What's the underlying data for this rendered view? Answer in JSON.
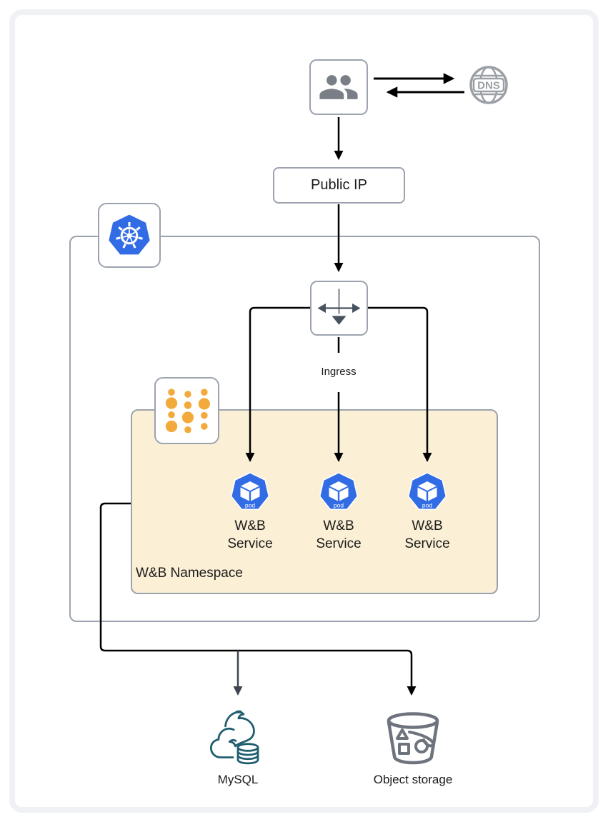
{
  "colors": {
    "frame_gray": "#F0F1F4",
    "border_gray": "#9CA3AF",
    "arrow_black": "#000000",
    "ingress_slate": "#47525F",
    "kubernetes_blue": "#326CE5",
    "namespace_fill": "#FBF0D6",
    "wandb_orange": "#F2AA3C",
    "mysql_teal": "#215E6F",
    "storage_gray": "#6E747E",
    "dns_gray": "#9AA0A6",
    "users_gray": "#7A7E86"
  },
  "dns": {
    "label": "DNS"
  },
  "public_ip": {
    "label": "Public IP"
  },
  "ingress": {
    "label": "Ingress"
  },
  "namespace": {
    "label": "W&B Namespace",
    "pods": [
      {
        "line1": "W&B",
        "line2": "Service",
        "badge": "pod"
      },
      {
        "line1": "W&B",
        "line2": "Service",
        "badge": "pod"
      },
      {
        "line1": "W&B",
        "line2": "Service",
        "badge": "pod"
      }
    ]
  },
  "mysql": {
    "label": "MySQL"
  },
  "object_storage": {
    "label": "Object storage"
  }
}
